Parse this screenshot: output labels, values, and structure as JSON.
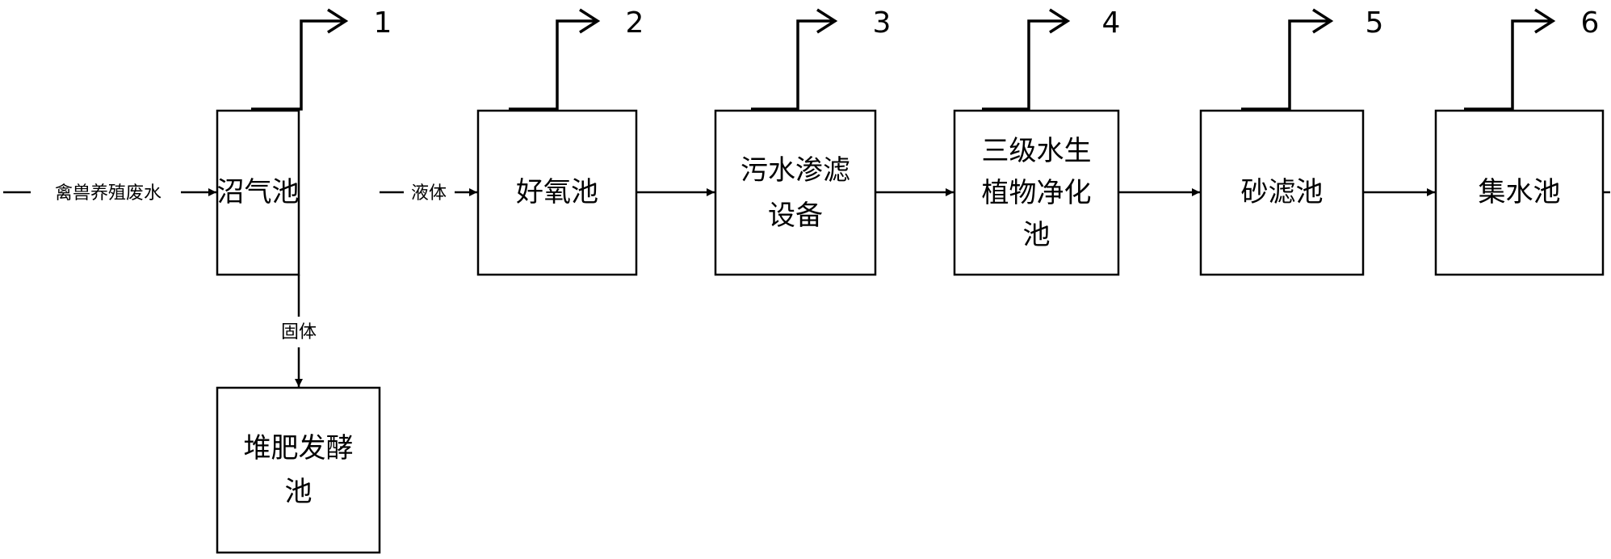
{
  "diagram": {
    "input_label": "禽兽养殖废水",
    "liquid_label": "液体",
    "solid_label": "固体",
    "boxes": [
      {
        "id": "biogas",
        "lines": [
          "沼气池"
        ]
      },
      {
        "id": "aerobic",
        "lines": [
          "好氧池"
        ]
      },
      {
        "id": "filter",
        "lines": [
          "污水渗滤",
          "设备"
        ]
      },
      {
        "id": "plant",
        "lines": [
          "三级水生",
          "植物净化",
          "池"
        ]
      },
      {
        "id": "sand",
        "lines": [
          "砂滤池"
        ]
      },
      {
        "id": "collect",
        "lines": [
          "集水池"
        ]
      },
      {
        "id": "compost",
        "lines": [
          "堆肥发酵",
          "池"
        ]
      }
    ],
    "outlet_numbers": [
      "1",
      "2",
      "3",
      "4",
      "5",
      "6"
    ]
  }
}
